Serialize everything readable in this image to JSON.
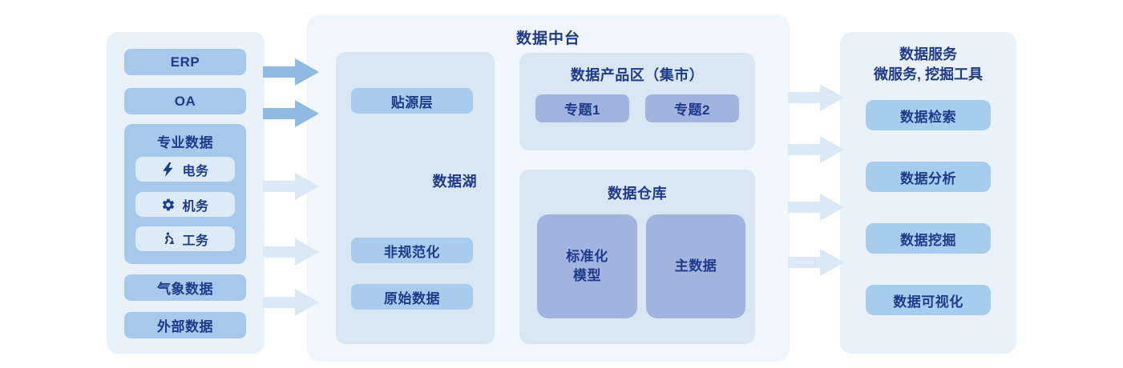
{
  "diagram": {
    "sources": {
      "erp": "ERP",
      "oa": "OA",
      "professional": {
        "title": "专业数据",
        "items": [
          {
            "icon": "bolt-icon",
            "label": "电务"
          },
          {
            "icon": "gear-icon",
            "label": "机务"
          },
          {
            "icon": "worker-icon",
            "label": "工务"
          }
        ]
      },
      "weather": "气象数据",
      "external": "外部数据"
    },
    "platform": {
      "title": "数据中台",
      "data_lake": {
        "label": "数据湖",
        "source_layer": "贴源层",
        "non_standardized": "非规范化",
        "raw_data": "原始数据"
      },
      "product_zone": {
        "title": "数据产品区（集市）",
        "topic1": "专题1",
        "topic2": "专题2"
      },
      "warehouse": {
        "title": "数据仓库",
        "standard_model": "标准化\n模型",
        "master_data": "主数据"
      }
    },
    "services": {
      "title_line1": "数据服务",
      "title_line2": "微服务, 挖掘工具",
      "items": [
        "数据检索",
        "数据分析",
        "数据挖掘",
        "数据可视化"
      ]
    },
    "colors": {
      "text": "#1e3a8a",
      "side_panel_bg": "#e9f2fb",
      "platform_bg": "#eff6fc",
      "inner_box_bg": "#d9e7f5",
      "button_blue": "#a6c8ea",
      "button_light": "#ddebf8",
      "button_periwinkle": "#a2b4de",
      "button_sky": "#a6ccee",
      "arrow_dark": "#8fbae3",
      "arrow_light": "#dbe9f7"
    }
  }
}
